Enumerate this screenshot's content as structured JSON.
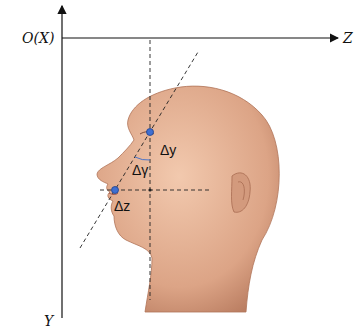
{
  "diagram": {
    "labels": [
      "O(X)",
      "Z",
      "Y",
      "Δy",
      "Δγ",
      "Δz"
    ]
  }
}
